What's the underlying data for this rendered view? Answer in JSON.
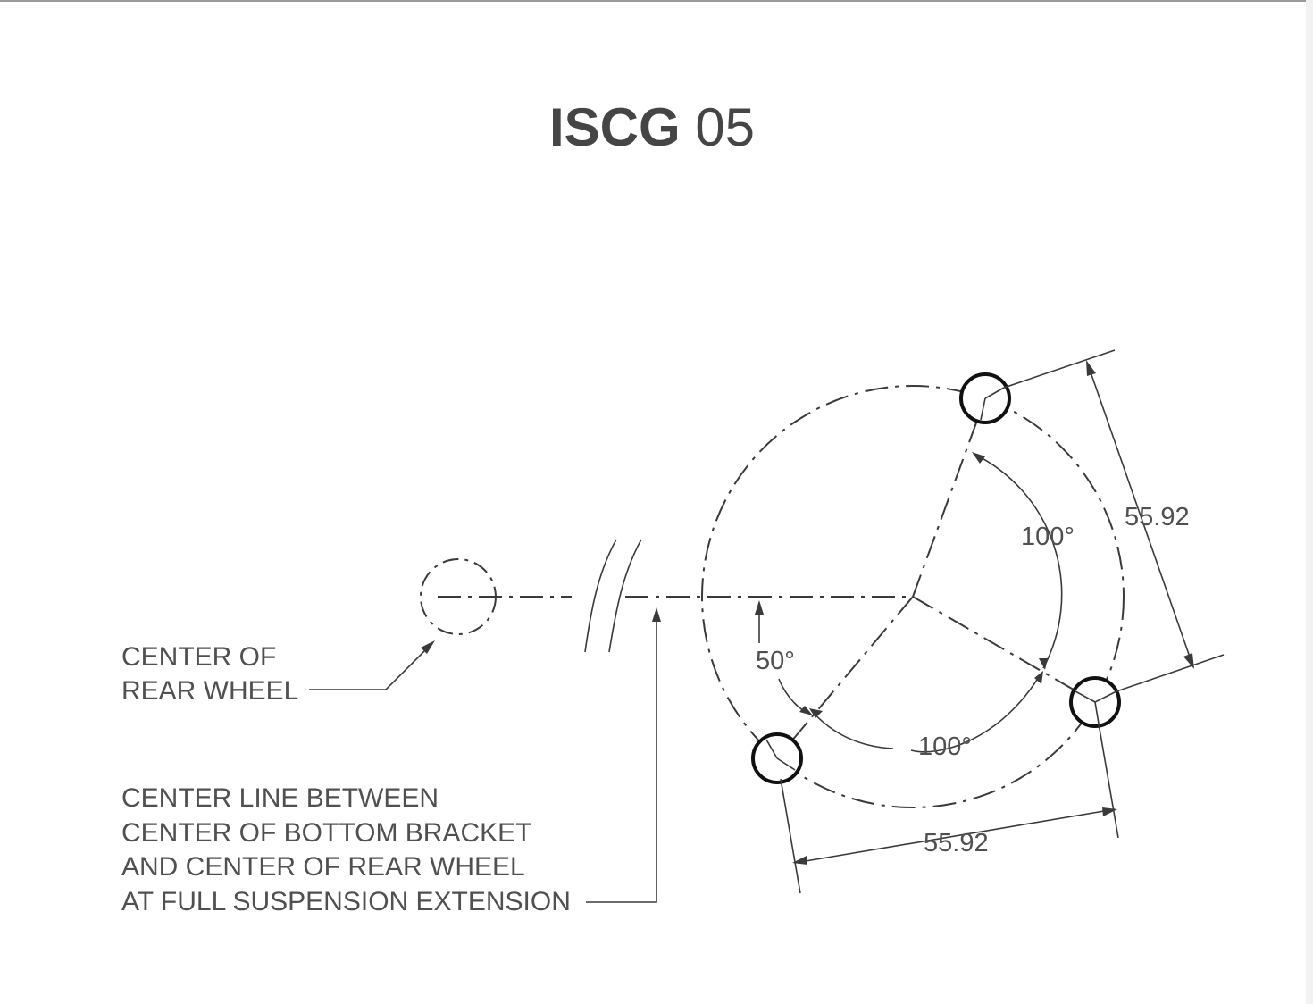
{
  "title": {
    "bold": "ISCG",
    "light": "05"
  },
  "labels": {
    "rear_wheel_line1": "CENTER OF",
    "rear_wheel_line2": "REAR WHEEL",
    "center_line_1": "CENTER LINE BETWEEN",
    "center_line_2": "CENTER OF BOTTOM BRACKET",
    "center_line_3": "AND CENTER OF REAR WHEEL",
    "center_line_4": "AT FULL SUSPENSION EXTENSION"
  },
  "dimensions": {
    "angle_upper": "100°",
    "angle_lower": "100°",
    "angle_offset": "50°",
    "chord_right": "55.92",
    "chord_bottom": "55.92"
  }
}
